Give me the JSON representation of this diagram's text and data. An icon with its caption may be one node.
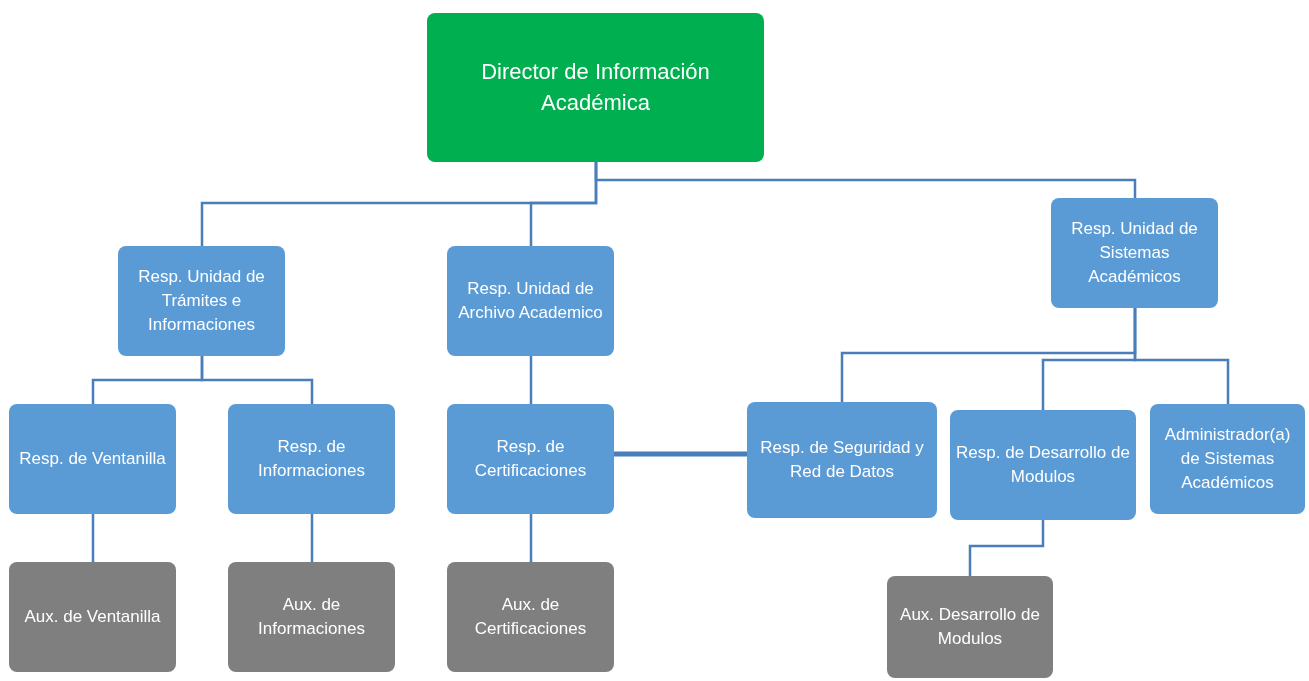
{
  "diagram": {
    "nodes": [
      {
        "text": [
          "Director de Información Académica"
        ]
      },
      {
        "text": [
          "Resp. Unidad de Trámites e Informaciones"
        ]
      },
      {
        "text": [
          "Resp. Unidad de Archivo Academico"
        ]
      },
      {
        "text": [
          "Resp. Unidad de Sistemas Académicos"
        ]
      },
      {
        "text": [
          "Resp. de Ventanilla"
        ]
      },
      {
        "text": [
          "Resp. de Informaciones"
        ]
      },
      {
        "text": [
          "Resp. de Certificaciones"
        ]
      },
      {
        "text": [
          "Resp. de Seguridad y Red de Datos"
        ]
      },
      {
        "text": [
          "Resp. de Desarrollo de Modulos"
        ]
      },
      {
        "text": [
          "Administrador(a) de Sistemas Académicos"
        ]
      },
      {
        "text": [
          "Aux. de Ventanilla"
        ]
      },
      {
        "text": [
          "Aux. de Informaciones"
        ]
      },
      {
        "text": [
          "Aux. de Certificaciones"
        ]
      },
      {
        "text": [
          "Aux. Desarrollo de Modulos"
        ]
      }
    ],
    "edges": [
      {
        "from": 0,
        "to": 1,
        "arrow": "none"
      },
      {
        "from": 0,
        "to": 2,
        "arrow": "none"
      },
      {
        "from": 0,
        "to": 3,
        "arrow": "none"
      },
      {
        "from": 1,
        "to": 4,
        "arrow": "none"
      },
      {
        "from": 1,
        "to": 5,
        "arrow": "none"
      },
      {
        "from": 2,
        "to": 6,
        "arrow": "none"
      },
      {
        "from": 3,
        "to": 7,
        "arrow": "none"
      },
      {
        "from": 3,
        "to": 8,
        "arrow": "none"
      },
      {
        "from": 3,
        "to": 9,
        "arrow": "none"
      },
      {
        "from": 6,
        "to": 7,
        "arrow": "none",
        "style": "thick"
      },
      {
        "from": 4,
        "to": 10,
        "arrow": "none"
      },
      {
        "from": 5,
        "to": 11,
        "arrow": "none"
      },
      {
        "from": 6,
        "to": 12,
        "arrow": "none"
      },
      {
        "from": 8,
        "to": 13,
        "arrow": "none"
      }
    ]
  }
}
